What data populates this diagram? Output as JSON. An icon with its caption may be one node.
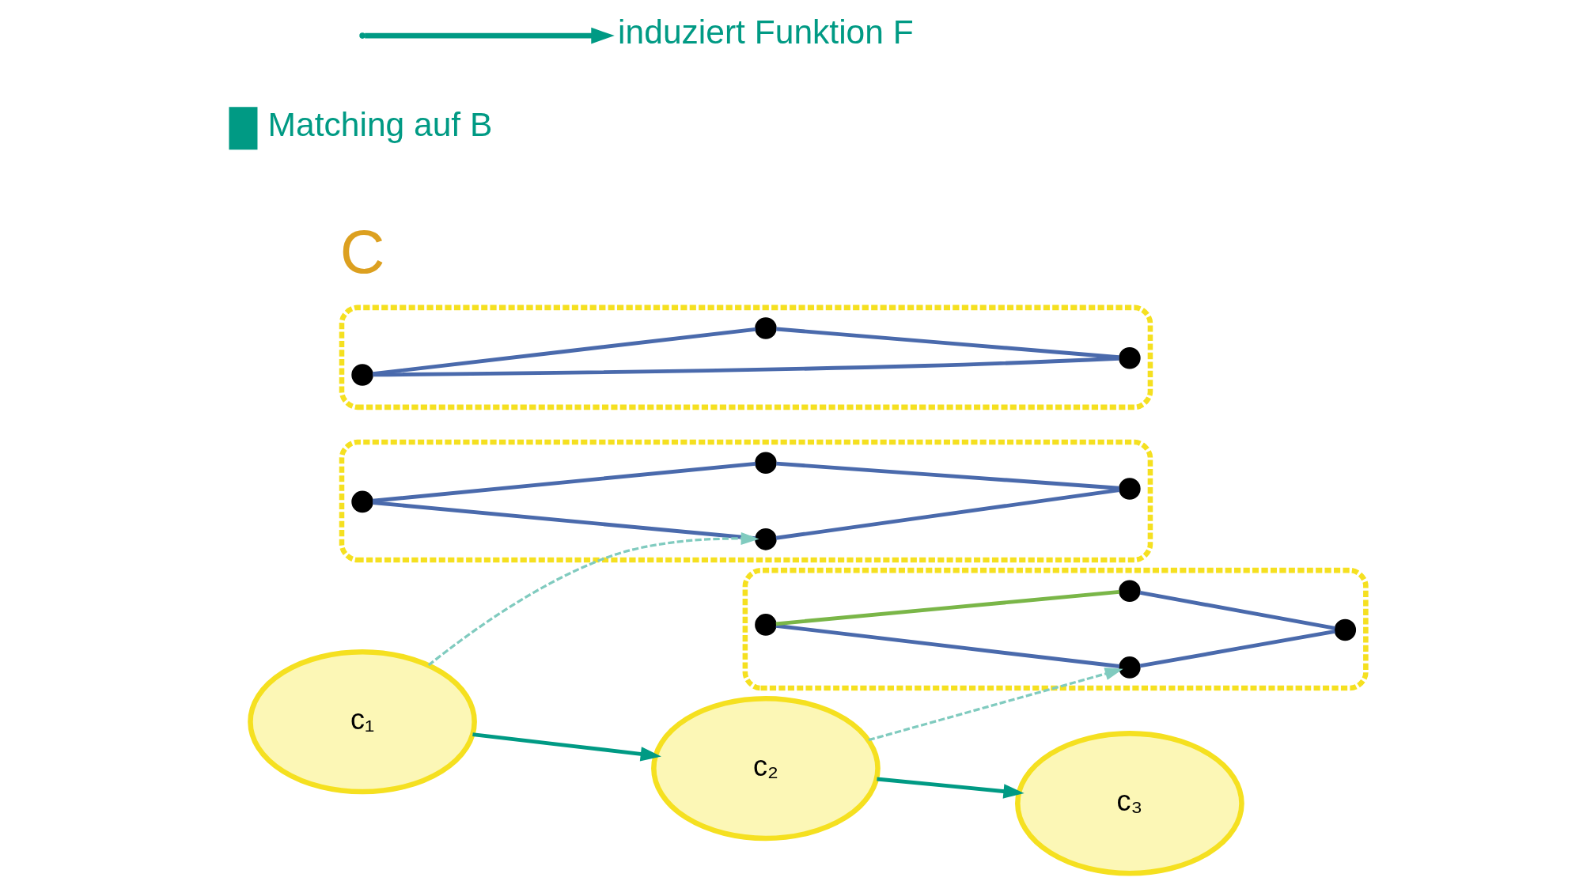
{
  "diagram": {
    "nodes": [
      {
        "text": [],
        "shape": "cloud"
      },
      {
        "text": [],
        "shape": "circle",
        "in": 0
      },
      {
        "text": [],
        "shape": "circle",
        "in": 0
      },
      {
        "text": [],
        "shape": "circle",
        "in": 0
      },
      {
        "text": [],
        "shape": "circle",
        "in": 0
      },
      {
        "text": [],
        "shape": "cloud"
      },
      {
        "text": [],
        "shape": "circle",
        "in": 5
      },
      {
        "text": [],
        "shape": "circle",
        "in": 5
      },
      {
        "text": [],
        "shape": "circle",
        "in": 5
      },
      {
        "text": [
          "c₁"
        ]
      },
      {
        "text": [
          "c₂"
        ]
      },
      {
        "text": [],
        "shape": "cloud"
      },
      {
        "text": [],
        "shape": "circle",
        "in": 11
      },
      {
        "text": [],
        "shape": "circle",
        "in": 11
      },
      {
        "text": [],
        "shape": "circle",
        "in": 11
      },
      {
        "text": [],
        "shape": "circle",
        "in": 11
      },
      {
        "text": [
          "c₃"
        ]
      }
    ],
    "edges": [
      {
        "from": 1,
        "to": 2,
        "arrow": "none"
      },
      {
        "from": 1,
        "to": 3,
        "arrow": "none"
      },
      {
        "from": 2,
        "to": 4,
        "arrow": "none"
      },
      {
        "from": 3,
        "to": 4,
        "arrow": "none"
      },
      {
        "from": 6,
        "to": 7,
        "arrow": "none"
      },
      {
        "from": 6,
        "to": 8,
        "arrow": "none"
      },
      {
        "from": 8,
        "to": 7,
        "arrow": "none"
      },
      {
        "from": 12,
        "to": 13,
        "arrow": "none"
      },
      {
        "from": 12,
        "to": 14,
        "arrow": "none",
        "color": "#7ab648"
      },
      {
        "from": 13,
        "to": 15,
        "arrow": "none"
      },
      {
        "from": 14,
        "to": 15,
        "arrow": "none"
      },
      {
        "from": 9,
        "to": 10,
        "arrow": "to",
        "color": "#009a84"
      },
      {
        "from": 10,
        "to": 16,
        "arrow": "to",
        "color": "#009a84"
      },
      {
        "from": 9,
        "to": 2,
        "arrow": "to",
        "style": "dashed",
        "color": "#80cbbf"
      },
      {
        "from": 10,
        "to": 13,
        "arrow": "to",
        "style": "dashed",
        "color": "#80cbbf"
      }
    ],
    "labels": [
      "C"
    ],
    "legend": [
      {
        "text": "Matching auf B",
        "color": "#009a84"
      },
      {
        "text": "induziert Funktion F"
      }
    ]
  }
}
